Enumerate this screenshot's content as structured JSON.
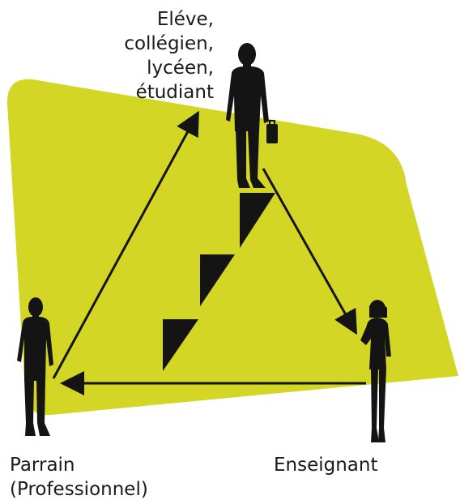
{
  "roles": {
    "student": {
      "lines": [
        "Eléve,",
        "collégien,",
        "lycéen,",
        "étudiant"
      ]
    },
    "mentor": {
      "lines": [
        "Parrain",
        "(Professionnel)"
      ]
    },
    "teacher": {
      "lines": [
        "Enseignant"
      ]
    }
  },
  "colors": {
    "background_shape": "#d4d626",
    "ink": "#141414",
    "text": "#1a1a1a"
  },
  "icons": [
    "businessman-with-briefcase-icon",
    "businessman-standing-icon",
    "businesswoman-standing-icon",
    "staircase-icon"
  ]
}
